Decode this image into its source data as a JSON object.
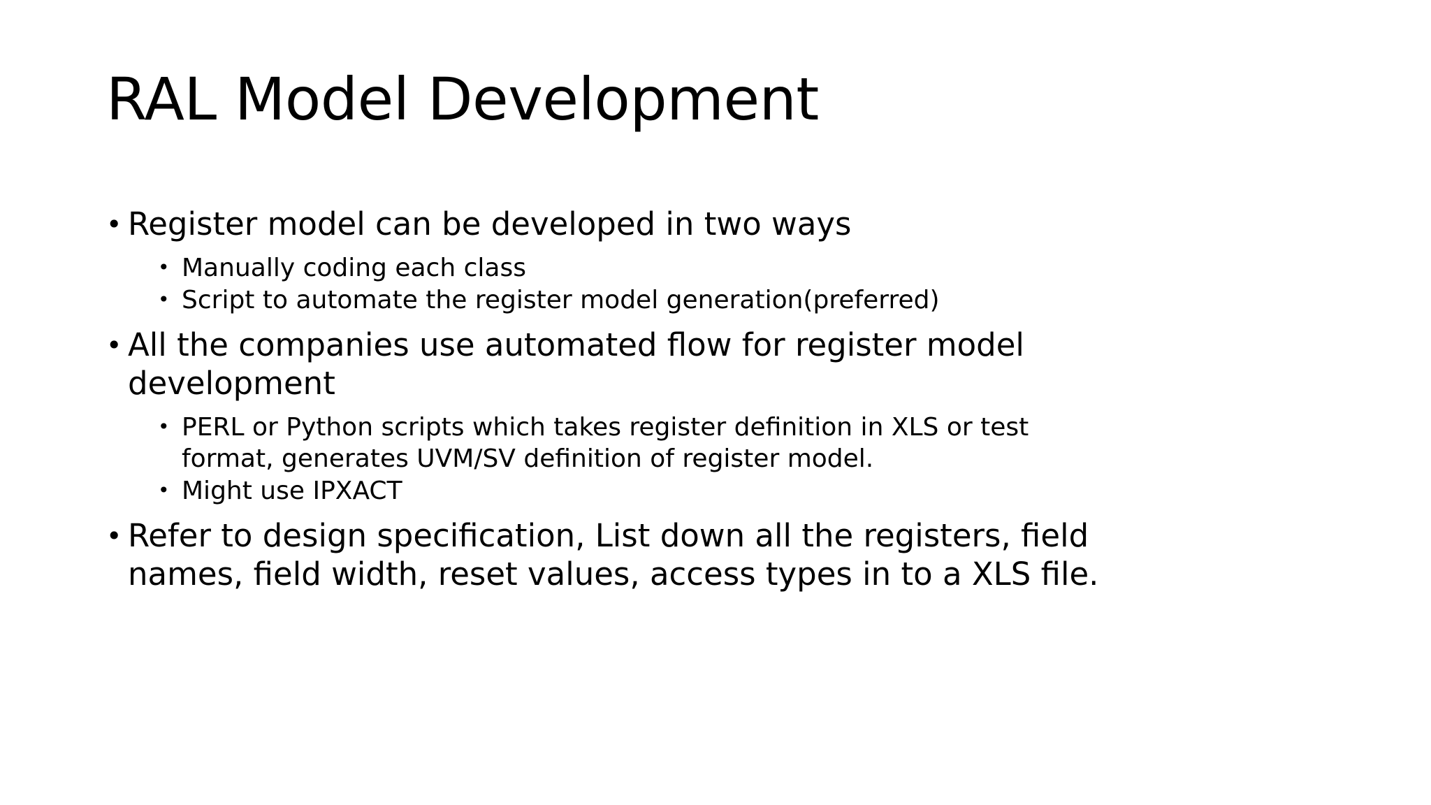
{
  "slide": {
    "title": "RAL Model Development",
    "background_color": "#ffffff",
    "text_color": "#000000",
    "bullet_glyph": "•",
    "content": [
      {
        "level": 1,
        "text": "Register model can be developed in two ways"
      },
      {
        "level": 2,
        "text": "Manually coding each class"
      },
      {
        "level": 2,
        "text": "Script to automate the register model generation(preferred)"
      },
      {
        "level": 1,
        "text": "All the companies use automated flow for register model development"
      },
      {
        "level": 2,
        "text": "PERL or Python scripts which takes register definition in XLS or test format, generates UVM/SV definition of register model."
      },
      {
        "level": 2,
        "text": "Might use IPXACT"
      },
      {
        "level": 1,
        "text": "Refer to design specification, List down all the registers, field names, field width, reset values, access types in to a XLS file."
      }
    ]
  }
}
